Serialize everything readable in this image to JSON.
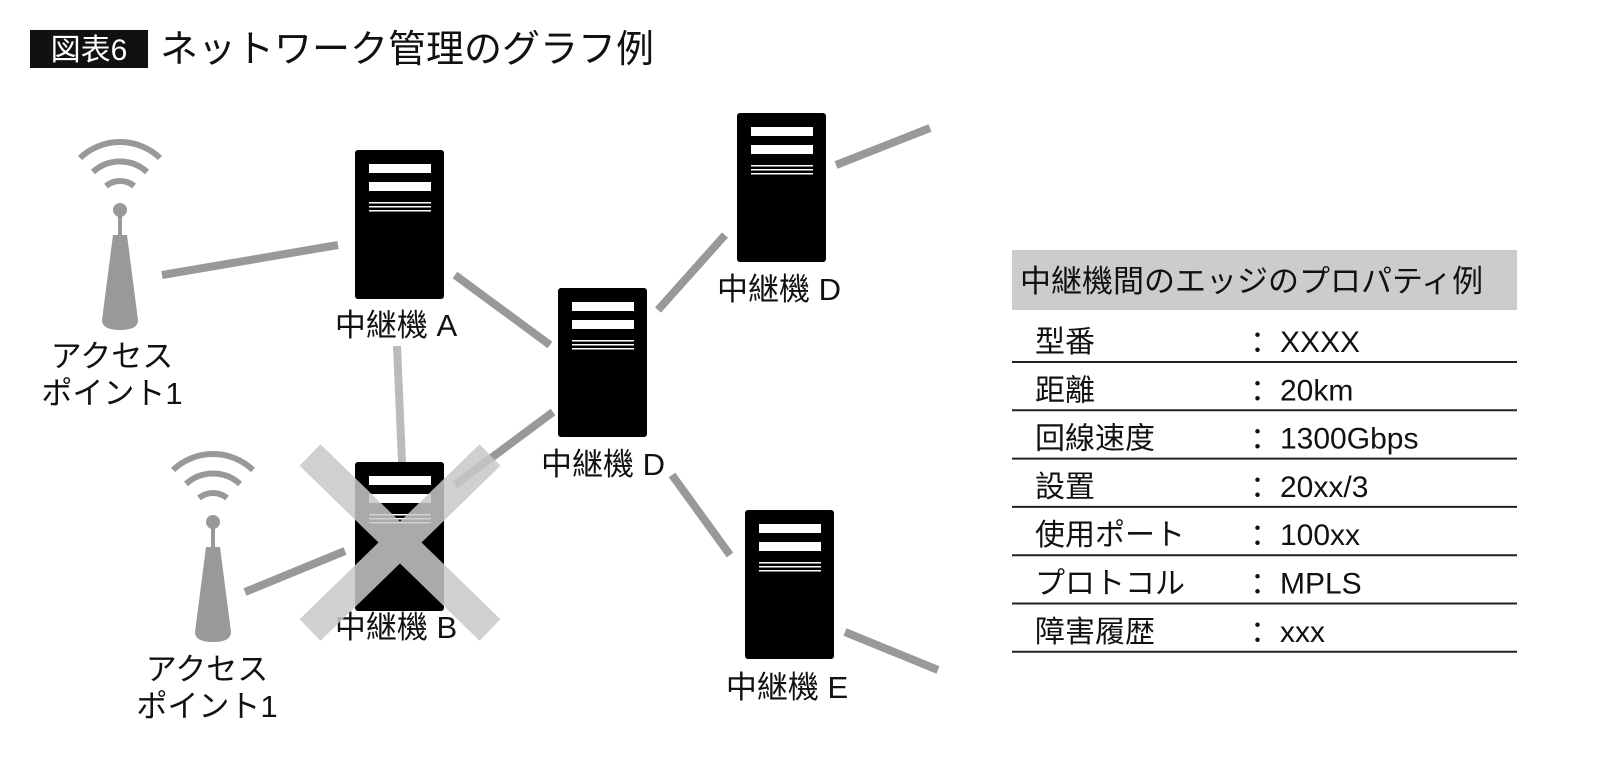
{
  "figure": {
    "badge": "図表6",
    "title": "ネットワーク管理のグラフ例"
  },
  "nodes": {
    "relay_a": "中継機 A",
    "relay_b": "中継機 B",
    "relay_d_center": "中継機 D",
    "relay_d_top": "中継機 D",
    "relay_e": "中継機 E",
    "access_point_1": [
      "アクセス",
      "ポイント1"
    ],
    "access_point_2": [
      "アクセス",
      "ポイント1"
    ]
  },
  "relay_b_status": "failed",
  "table": {
    "title": "中継機間のエッジのプロパティ例",
    "rows": [
      {
        "key": "型番",
        "value": "：XXXX"
      },
      {
        "key": "距離",
        "value": "：20km"
      },
      {
        "key": "回線速度",
        "value": "：1300Gbps"
      },
      {
        "key": "設置",
        "value": "：20xx/3"
      },
      {
        "key": "使用ポート",
        "value": "：100xx"
      },
      {
        "key": "プロトコル",
        "value": "：MPLS"
      },
      {
        "key": "障害履歴",
        "value": "：xxx"
      }
    ]
  },
  "colors": {
    "edge": "#999999",
    "failed_mark": "#c8c8c8",
    "header_bg": "#cccccc"
  }
}
